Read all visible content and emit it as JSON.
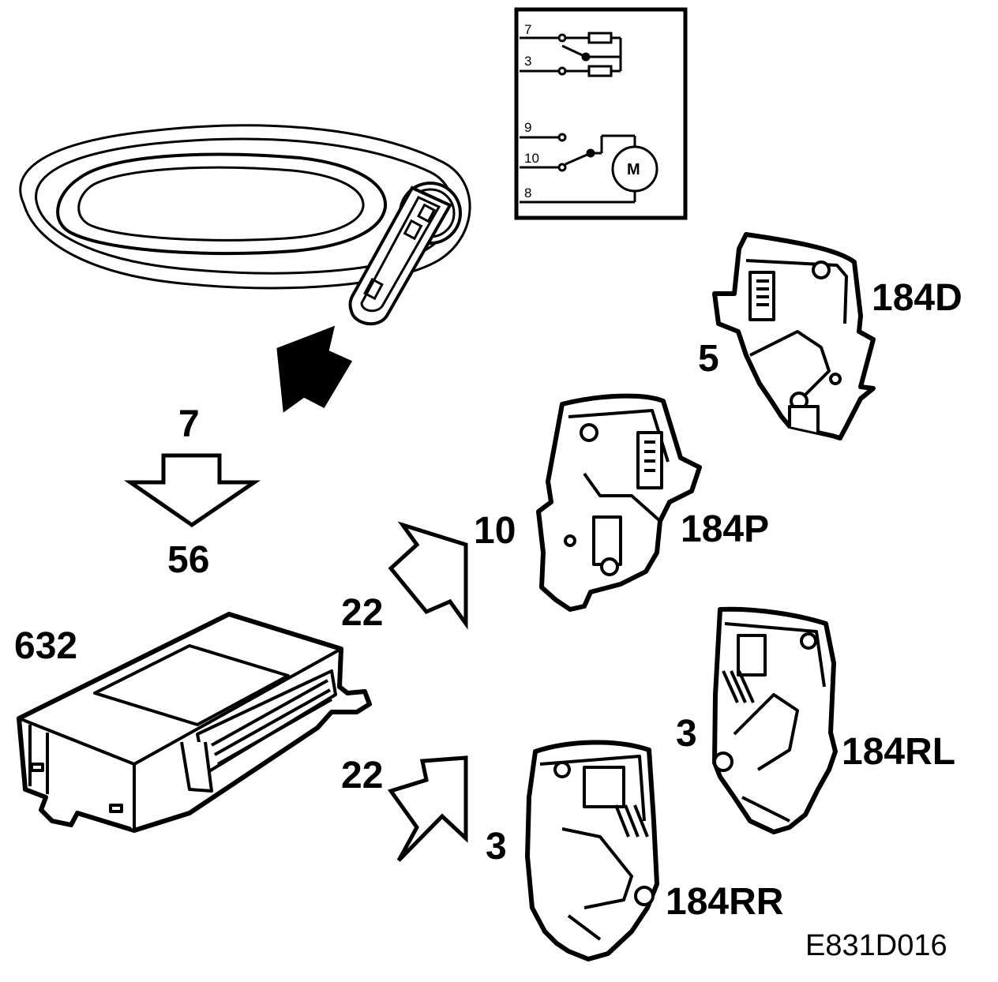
{
  "schematic": {
    "pins": [
      "7",
      "3",
      "9",
      "10",
      "8"
    ],
    "motor_symbol": "M"
  },
  "labels": {
    "lock_front_driver": "184D",
    "lock_front_passenger": "184P",
    "lock_rear_left": "184RL",
    "lock_rear_right": "184RR",
    "control_module": "632",
    "ref_7": "7",
    "ref_56": "56",
    "ref_22_upper": "22",
    "ref_22_lower": "22",
    "pin_count_d": "5",
    "pin_count_p": "10",
    "pin_count_rl": "3",
    "pin_count_rr": "3"
  },
  "figure_code": "E831D016"
}
